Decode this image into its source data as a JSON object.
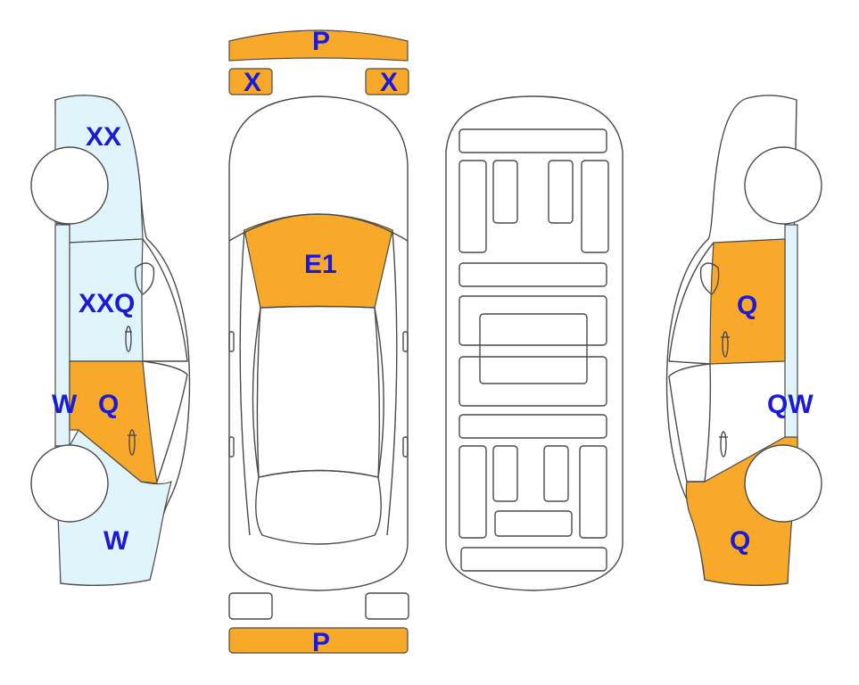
{
  "colors": {
    "damage": "#f9a92a",
    "light_damage": "#e0f5fb",
    "label": "#1a1ad8",
    "outline": "#4a4a4a"
  },
  "labels": {
    "front_bumper": "P",
    "left_headlight": "X",
    "right_headlight": "X",
    "hood": "E1",
    "rear_bumper": "P",
    "left_front_fender": "XX",
    "left_front_door": "XXQ",
    "left_rocker": "W",
    "left_rear_door": "Q",
    "left_rear_quarter": "W",
    "right_front_door": "Q",
    "right_rocker": "QW",
    "right_rear_quarter": "Q"
  }
}
